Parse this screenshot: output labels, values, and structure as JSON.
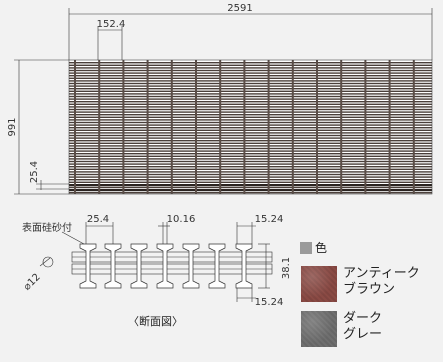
{
  "drawing": {
    "dims": {
      "total_width": "2591",
      "total_height": "991",
      "bar_pitch": "152.4",
      "cross_rod_pitch": "25.4",
      "section_pitch": "25.4",
      "bar_thickness": "10.16",
      "bar_width": "15.24",
      "bar_depth": "38.1",
      "bottom_width": "15.24",
      "rod_diameter": "⌀12"
    },
    "surface_callout": "表面硅砂付",
    "section_caption": "〈断面図〉"
  },
  "legend": {
    "heading": "色",
    "colors": [
      {
        "name_line1": "アンティーク",
        "name_line2": "ブラウン",
        "color": "#8a4a44"
      },
      {
        "name_line1": "ダーク",
        "name_line2": "グレー",
        "color": "#6f6f6f"
      }
    ]
  }
}
